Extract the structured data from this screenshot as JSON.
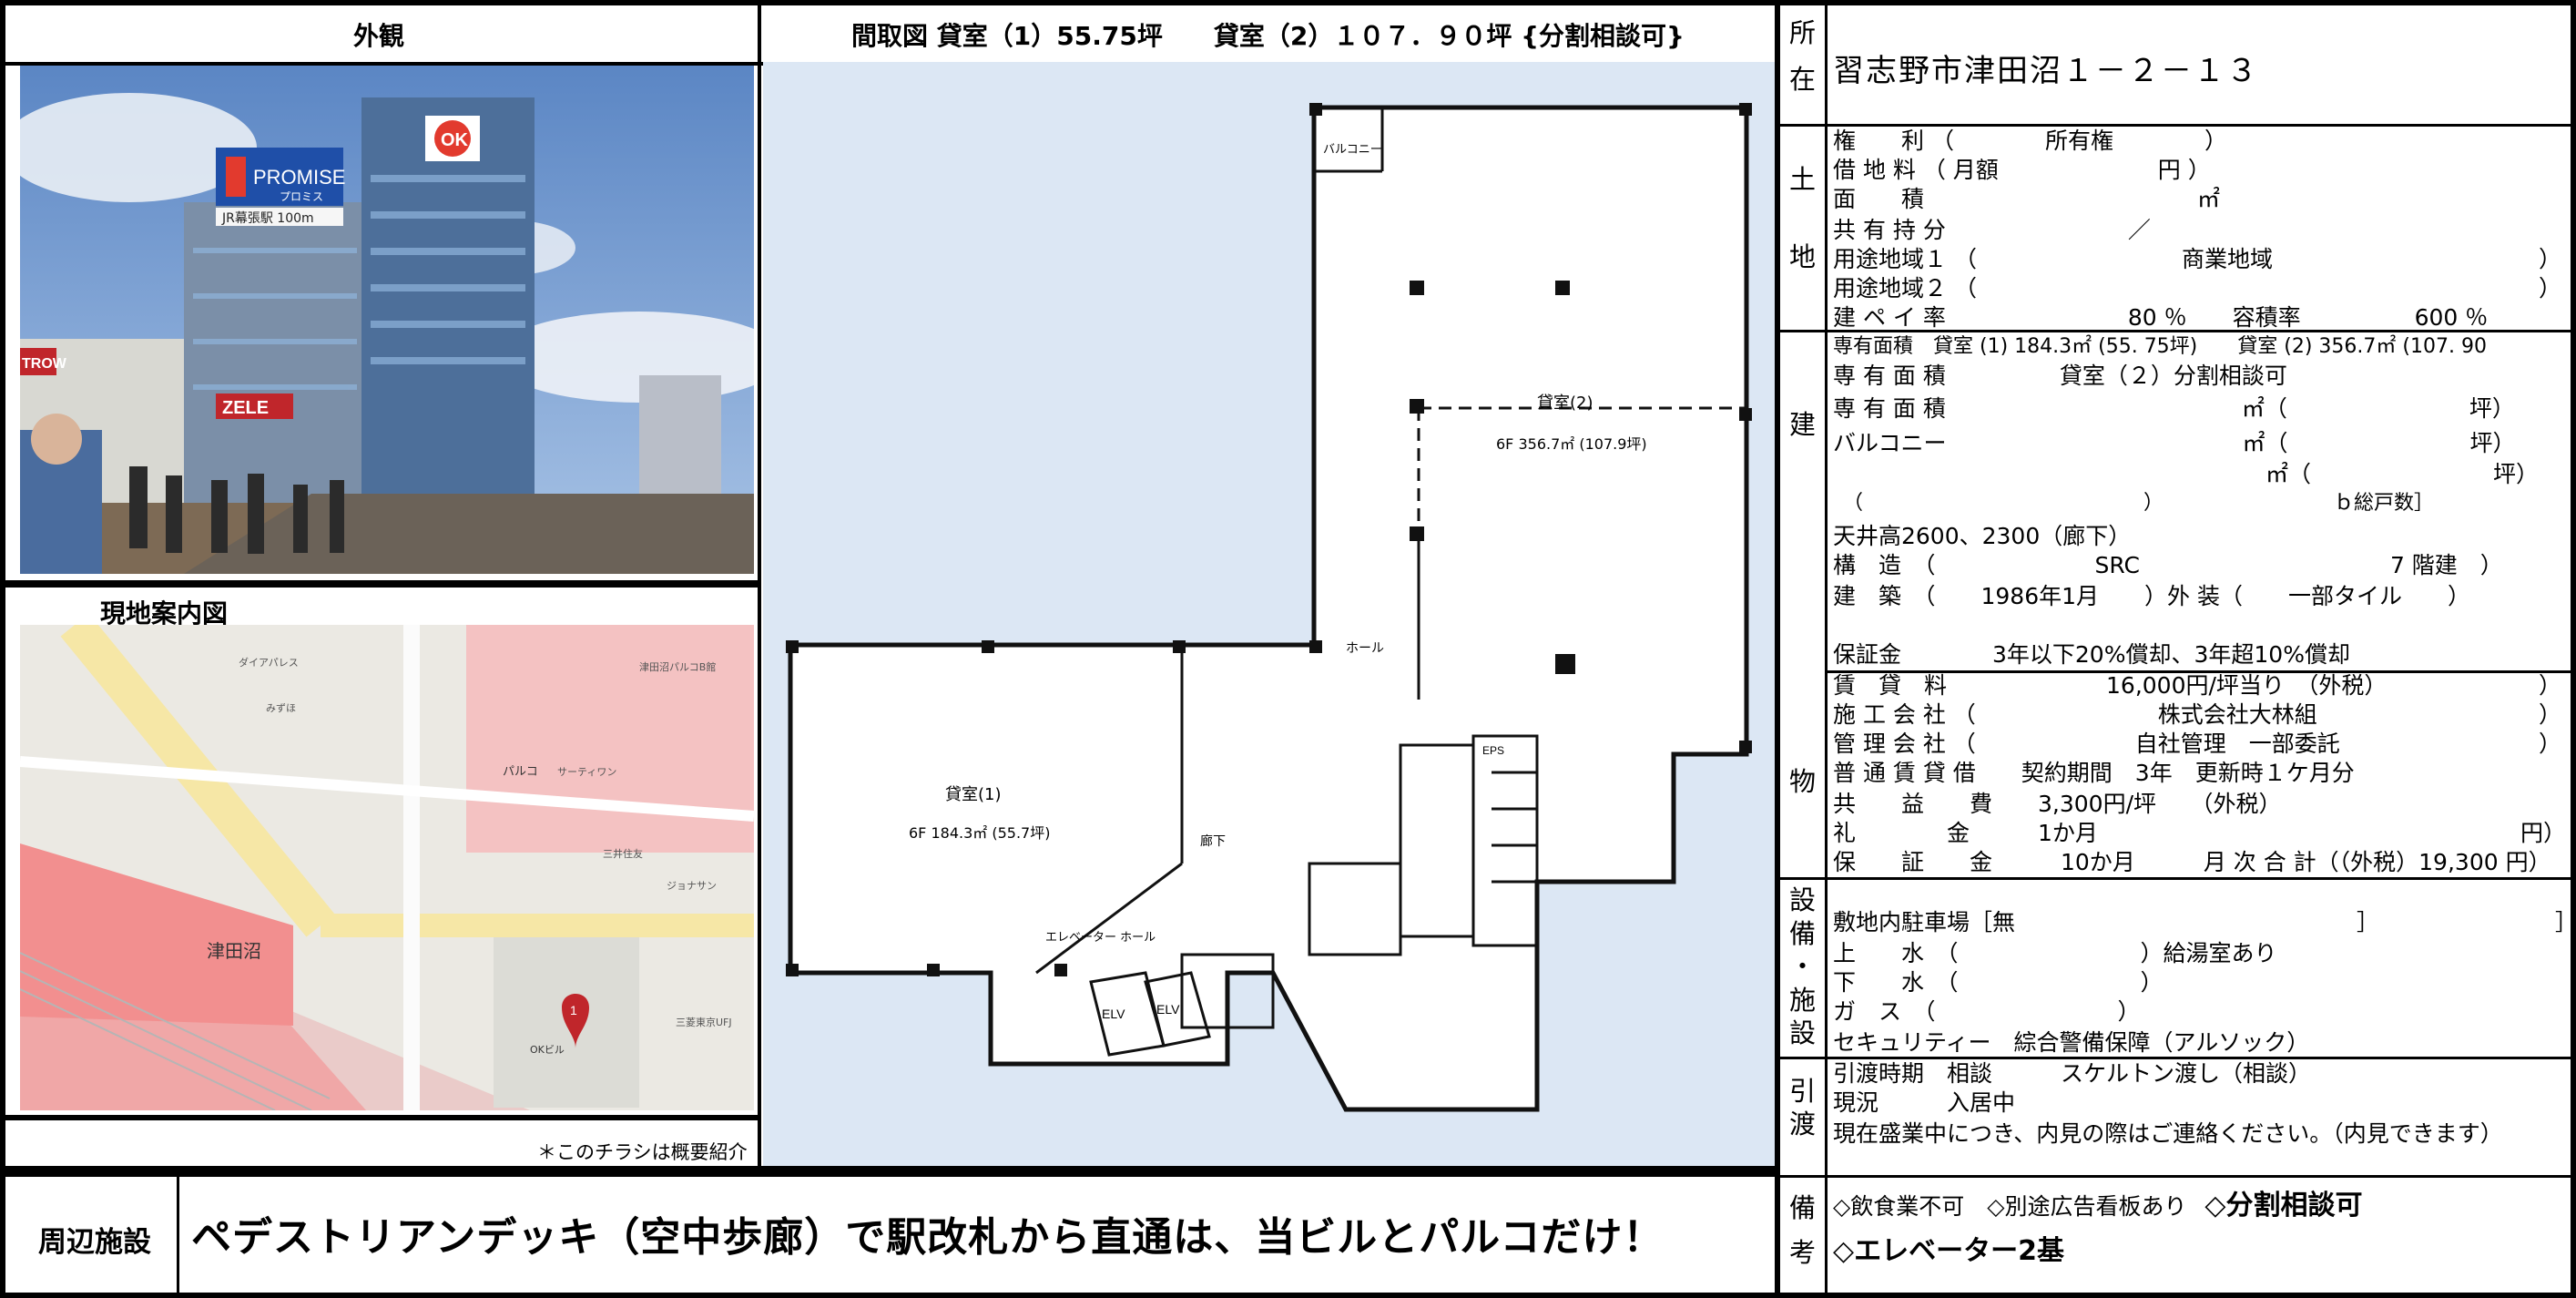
{
  "headers": {
    "exterior": "外観",
    "floorplan": "間取図 貸室（1）55.75坪　　貸室（2）１０７．９０坪 {分割相談可}",
    "map": "現地案内図",
    "surrounding": "周辺施設"
  },
  "photo": {
    "sign_promise": "PROMISE",
    "sign_promise_sub": "プロミス",
    "sign_ok": "OK",
    "sign_jr": "JR幕張駅 100m",
    "sign_zele": "ZELE",
    "sign_trow": "TROW"
  },
  "map": {
    "station": "津田沼",
    "pin": "1",
    "labels": [
      "ダイアパレス",
      "津田沼パルコB館",
      "みずほ",
      "パルコ",
      "サーティワン",
      "三井住友",
      "ジョナサン",
      "OKビル",
      "三菱東京UFJ"
    ]
  },
  "floorplan": {
    "room2": "貸室(2)",
    "room2_area": "6F 356.7㎡ (107.9坪)",
    "room1": "貸室(1)",
    "room1_area": "6F 184.3㎡ (55.7坪)",
    "balcony": "バルコニー",
    "hall": "ホール",
    "corridor": "廊下",
    "ev_hall": "エレベーター\nホール",
    "elv": "ELV",
    "eps": "EPS"
  },
  "disclaimer": "＊このチラシは概要紹介",
  "side_labels": {
    "location": [
      "所",
      "在"
    ],
    "land": [
      "土",
      "地"
    ],
    "building": [
      "建"
    ],
    "property": [
      "物"
    ],
    "facilities": [
      "設",
      "備",
      "・",
      "施",
      "設"
    ],
    "handover": [
      "引",
      "渡"
    ],
    "remarks": [
      "備",
      "考"
    ]
  },
  "address": "習志野市津田沼１－２－１３",
  "land": {
    "rights": "権　　利 （　　　　所有権　　　　）",
    "lease": "借 地 料 （ 月額　　　　　　　円 ）",
    "area": "面　　積　　　　　　　　　　　　㎡",
    "share": "共 有 持 分　　　　　　　　／",
    "zone1": "用途地域１ （　　　　　　　　　商業地域",
    "zone1_end": "）",
    "zone2": "用途地域２ （",
    "zone2_end": "）",
    "bcr": "建 ペ イ 率　　　　　　　　80 ％　　容積率　　　　　600 ％"
  },
  "building": {
    "r1": "専有面積　貸室 (1) 184.3㎡ (55. 75坪)　　貸室 (2) 356.7㎡ (107. 90",
    "r2": "専 有 面 積　　　　　貸室（２）分割相談可",
    "r3": "専 有 面 積　　　　　　　　　　　　　㎡（　　　　　　　　坪）",
    "r4": "バルコニー　　　　　　　　　　　　　㎡（　　　　　　　　坪）",
    "r5": "　　　　　　　　　　　　　　　　　　　㎡（　　　　　　　　坪）",
    "r6": "　（　　　　　　　　　　　　　　）　　　　　　　　　ｂ総戸数］",
    "r7": "天井高2600、2300（廊下）",
    "r8": "構　造　（　　　　　　　SRC　　　　　　　　　　　7 階建　）",
    "r9": "建　築　（　　1986年1月　　）外 装（　　一部タイル　　）",
    "r10": "保証金　　　　3年以下20%償却、3年超10%償却"
  },
  "property": {
    "rent": "賃　貸　料　　　　　　　16,000円/坪当り　（外税）",
    "builder": "施 工 会 社 （　　　　　　　　株式会社大林組",
    "manager": "管 理 会 社 （　　　　　　　自社管理　一部委託",
    "contract": "普 通 賃 貸 借　　契約期間　3年　更新時１ケ月分",
    "common": "共　　益　　費　　3,300円/坪　　（外税）",
    "key_money": "礼　　　　金　　　1か月",
    "key_money_end": "円）",
    "deposit": "保　　証　　金　　　10か月　　　月 次 合 計（（外税）19,300 円）",
    "paren_end": "）"
  },
  "facilities": {
    "parking": "敷地内駐車場［無　　　　　　　　　　　　　　　］",
    "water": "上　　水　（　　　　　　　　）給湯室あり",
    "sewer": "下　　水　（　　　　　　　　）",
    "gas": "ガ　ス　（　　　　　　　　）",
    "security": "セキュリティー　綜合警備保障（アルソック）"
  },
  "handover": {
    "timing": "引渡時期　相談　　　スケルトン渡し（相談）",
    "status": "現況　　　入居中",
    "note": "現在盛業中につき、内見の際はご連絡ください。（内見できます）"
  },
  "remarks": {
    "line1a": "◇飲食業不可　◇別途広告看板あり",
    "line1b": "◇分割相談可",
    "line2": "◇エレベーター2基"
  },
  "surrounding_text": "ペデストリアンデッキ（空中歩廊）で駅改札から直通は、当ビルとパルコだけ！"
}
